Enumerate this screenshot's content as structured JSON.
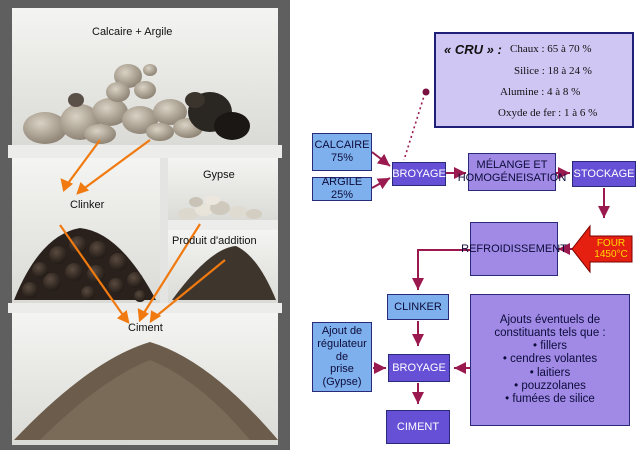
{
  "photo": {
    "label_top": "Calcaire + Argile",
    "label_clinker": "Clinker",
    "label_gypse": "Gypse",
    "label_addition": "Produit d'addition",
    "label_ciment": "Ciment"
  },
  "cru": {
    "title": "« CRU » :",
    "lines": [
      "Chaux : 65 à 70 %",
      "Silice : 18 à 24 %",
      "Alumine : 4 à 8 %",
      "Oxyde de fer : 1 à 6 %"
    ]
  },
  "flow": {
    "calcaire": [
      "CALCAIRE",
      "75%"
    ],
    "argile": "ARGILE 25%",
    "broyage1": "BROYAGE",
    "melange": [
      "MÉLANGE ET",
      "HOMOGÉNEISATION"
    ],
    "stockage": "STOCKAGE",
    "four": [
      "FOUR",
      "1450°C"
    ],
    "refroid": "REFROIDISSEMENT",
    "clinker": "CLINKER",
    "ajout_reg": [
      "Ajout de",
      "régulateur de",
      "prise",
      "(Gypse)"
    ],
    "broyage2": "BROYAGE",
    "ajouts": [
      "Ajouts éventuels de",
      "constituants tels que :",
      "• fillers",
      "• cendres volantes",
      "• laitiers",
      "• pouzzolanes",
      "• fumées de silice"
    ],
    "ciment": "CIMENT"
  },
  "colors": {
    "box_blue": "#7fb0ee",
    "box_purple": "#6650d6",
    "box_violet": "#a08ae6",
    "arrow": "#9a1a50",
    "four": "#e62010"
  }
}
